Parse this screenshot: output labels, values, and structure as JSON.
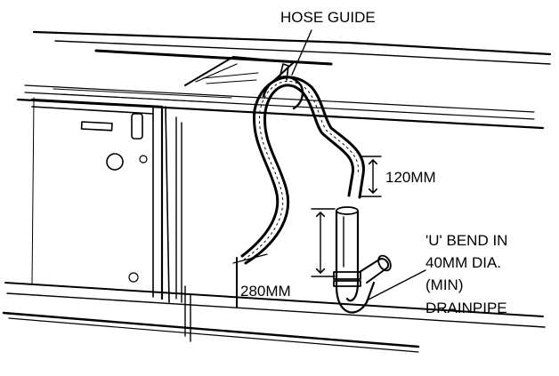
{
  "labels": {
    "hose_guide": "HOSE GUIDE",
    "height_120": "120MM",
    "height_280": "280MM",
    "u_bend_lines": [
      "'U' BEND IN",
      "40MM DIA.",
      "(MIN)",
      "DRAINPIPE"
    ]
  },
  "colors": {
    "ink": "#000000",
    "background": "#ffffff"
  },
  "icons": [
    "hose-guide-clip",
    "drainpipe",
    "u-bend",
    "dimension-arrow"
  ]
}
